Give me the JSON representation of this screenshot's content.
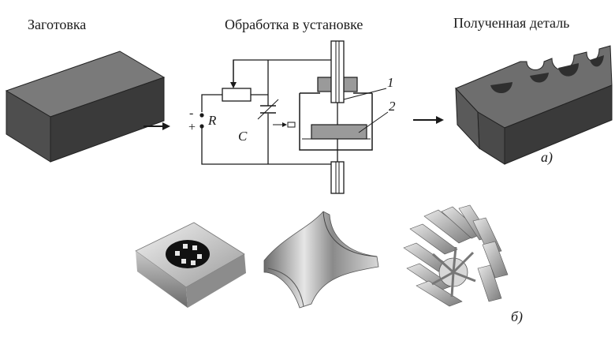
{
  "captions": {
    "blank": "Заготовка",
    "processing": "Обработка в установке",
    "result": "Полученная деталь"
  },
  "circuit_labels": {
    "minus": "-",
    "plus": "+",
    "resistor": "R",
    "capacitor": "C",
    "callout_1": "1",
    "callout_2": "2"
  },
  "panel_labels": {
    "a": "а)",
    "b": "б)"
  },
  "colors": {
    "ink": "#1a1a1a",
    "block_top": "#7a7a7a",
    "block_front": "#4e4e4e",
    "block_side": "#363636"
  }
}
